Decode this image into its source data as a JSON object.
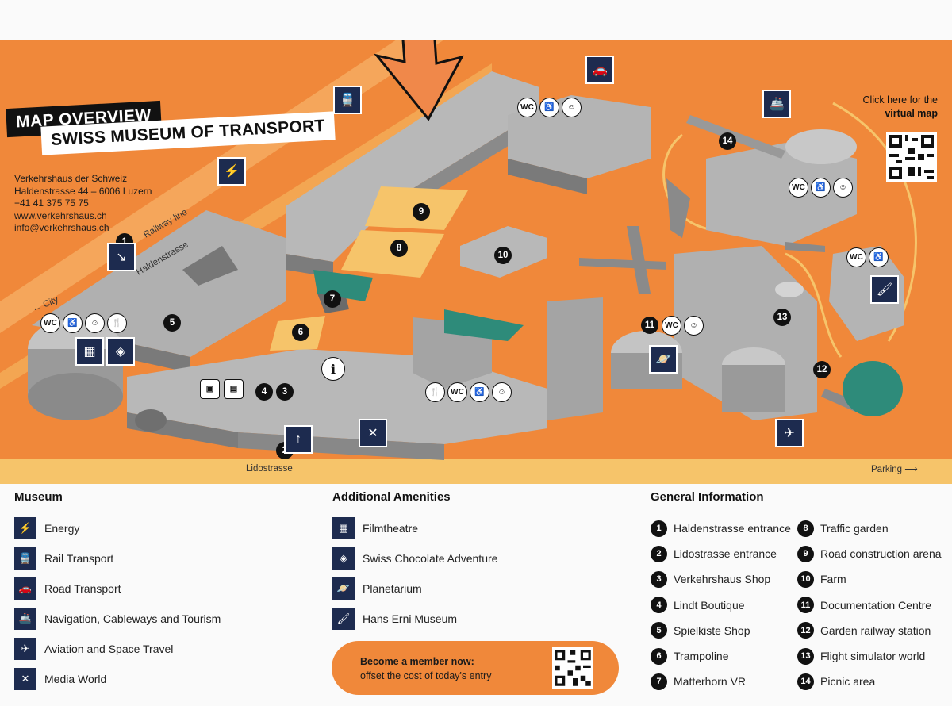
{
  "header": {
    "title": "MAP OVERVIEW",
    "subtitle": "SWISS MUSEUM OF TRANSPORT"
  },
  "address": {
    "name": "Verkehrshaus der Schweiz",
    "street": "Haldenstrasse 44 – 6006 Luzern",
    "phone": "+41 41 375 75 75",
    "web": "www.verkehrshaus.ch",
    "email": "info@verkehrshaus.ch"
  },
  "map_labels": {
    "railway": "Railway line",
    "haldenstrasse": "Haldenstrasse",
    "city": "City",
    "lidostrasse": "Lidostrasse",
    "parking": "Parking",
    "click_here": "Click here for the",
    "virtual_map": "virtual map",
    "wc": "WC",
    "info": "i"
  },
  "map_numbers": [
    "1",
    "2",
    "3",
    "4",
    "5",
    "6",
    "7",
    "8",
    "9",
    "10",
    "11",
    "12",
    "13",
    "14"
  ],
  "legend": {
    "museum_title": "Museum",
    "museum_items": [
      {
        "label": "Energy",
        "icon": "lightning-icon"
      },
      {
        "label": "Rail Transport",
        "icon": "train-icon"
      },
      {
        "label": "Road Transport",
        "icon": "car-icon"
      },
      {
        "label": "Navigation, Cableways and Tourism",
        "icon": "ship-icon"
      },
      {
        "label": "Aviation and Space Travel",
        "icon": "airplane-icon"
      },
      {
        "label": "Media World",
        "icon": "directors-chair-icon"
      }
    ],
    "amenities_title": "Additional Amenities",
    "amenity_items": [
      {
        "label": "Filmtheatre",
        "icon": "film-icon"
      },
      {
        "label": "Swiss Chocolate Adventure",
        "icon": "cocoa-bean-icon"
      },
      {
        "label": "Planetarium",
        "icon": "planet-icon"
      },
      {
        "label": "Hans Erni Museum",
        "icon": "paintbrush-icon"
      }
    ],
    "general_title": "General Information",
    "general_left": [
      {
        "num": "1",
        "label": "Haldenstrasse entrance"
      },
      {
        "num": "2",
        "label": "Lidostrasse entrance"
      },
      {
        "num": "3",
        "label": "Verkehrshaus Shop"
      },
      {
        "num": "4",
        "label": "Lindt Boutique"
      },
      {
        "num": "5",
        "label": "Spielkiste Shop"
      },
      {
        "num": "6",
        "label": "Trampoline"
      },
      {
        "num": "7",
        "label": "Matterhorn VR"
      }
    ],
    "general_right": [
      {
        "num": "8",
        "label": "Traffic garden"
      },
      {
        "num": "9",
        "label": "Road construction arena"
      },
      {
        "num": "10",
        "label": "Farm"
      },
      {
        "num": "11",
        "label": "Documentation Centre"
      },
      {
        "num": "12",
        "label": "Garden railway station"
      },
      {
        "num": "13",
        "label": "Flight simulator world"
      },
      {
        "num": "14",
        "label": "Picnic area"
      }
    ]
  },
  "membership": {
    "headline": "Become a member now:",
    "text": "offset the cost of today's entry"
  },
  "colors": {
    "map_orange": "#f0883a",
    "building_grey": "#a8a8a8",
    "navy_icon": "#1d2b4f",
    "light_yellow": "#f6c46a",
    "teal": "#2e8b7a"
  }
}
